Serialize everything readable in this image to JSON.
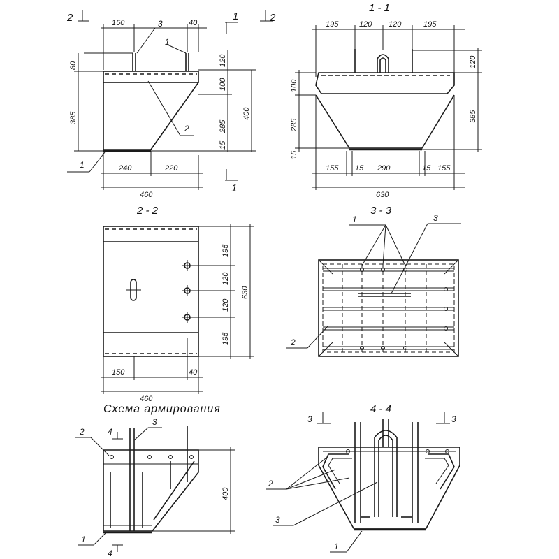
{
  "views": {
    "v11": {
      "title": "1 - 1",
      "dims_top": [
        "195",
        "120",
        "120",
        "195"
      ],
      "dims_bottom": [
        "155",
        "15",
        "290",
        "15",
        "155"
      ],
      "total": "630",
      "left": [
        "100",
        "285",
        "15"
      ],
      "right": [
        "120",
        "385"
      ]
    },
    "v1": {
      "section_2": "2",
      "section_1": "1",
      "dims_top": [
        "150",
        "40"
      ],
      "dims_bottom": [
        "240",
        "220"
      ],
      "total": "460",
      "left": [
        "80",
        "385"
      ],
      "right": [
        "120",
        "100",
        "285",
        "15"
      ],
      "right_total": "400",
      "pos": [
        "3",
        "1",
        "2",
        "1"
      ]
    },
    "v22": {
      "title": "2 - 2",
      "right": [
        "195",
        "120",
        "120",
        "195"
      ],
      "right_total": "630",
      "dims_bottom": [
        "150",
        "40"
      ],
      "total": "460"
    },
    "v33": {
      "title": "3 - 3",
      "pos": [
        "1",
        "3",
        "2"
      ]
    },
    "schema": {
      "caption": "Схема армирования",
      "pos": [
        "2",
        "3",
        "1"
      ],
      "section_4": "4",
      "height": "400"
    },
    "v44": {
      "title": "4 - 4",
      "section_3": "3",
      "pos": [
        "2",
        "3",
        "1"
      ]
    }
  }
}
